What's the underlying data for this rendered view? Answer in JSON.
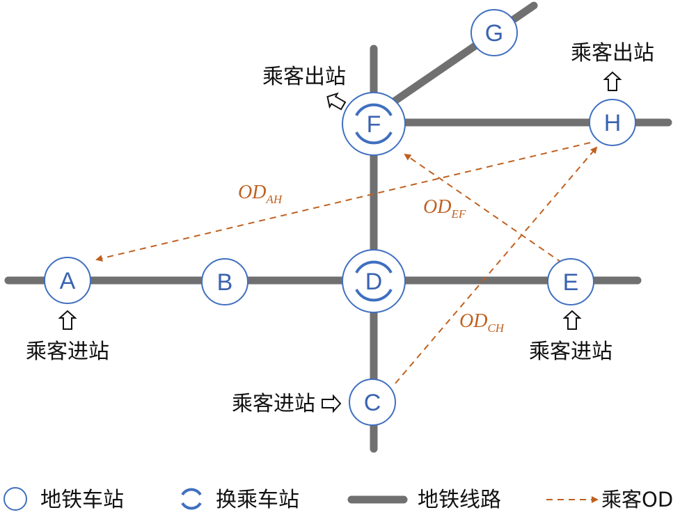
{
  "colors": {
    "line": "#707070",
    "station": "#3f6fbf",
    "od": "#c0601f"
  },
  "stations": {
    "A": "A",
    "B": "B",
    "C": "C",
    "D": "D",
    "E": "E",
    "F": "F",
    "G": "G",
    "H": "H"
  },
  "labels": {
    "exit_f": "乘客出站",
    "exit_h": "乘客出站",
    "enter_a": "乘客进站",
    "enter_e": "乘客进站",
    "enter_c": "乘客进站"
  },
  "od": {
    "ah": {
      "main": "OD",
      "sub": "AH"
    },
    "ef": {
      "main": "OD",
      "sub": "EF"
    },
    "ch": {
      "main": "OD",
      "sub": "CH"
    }
  },
  "legend": {
    "metro_station": "地铁车站",
    "transfer_station": "换乘车站",
    "metro_line": "地铁线路",
    "passenger_od": "乘客OD"
  }
}
